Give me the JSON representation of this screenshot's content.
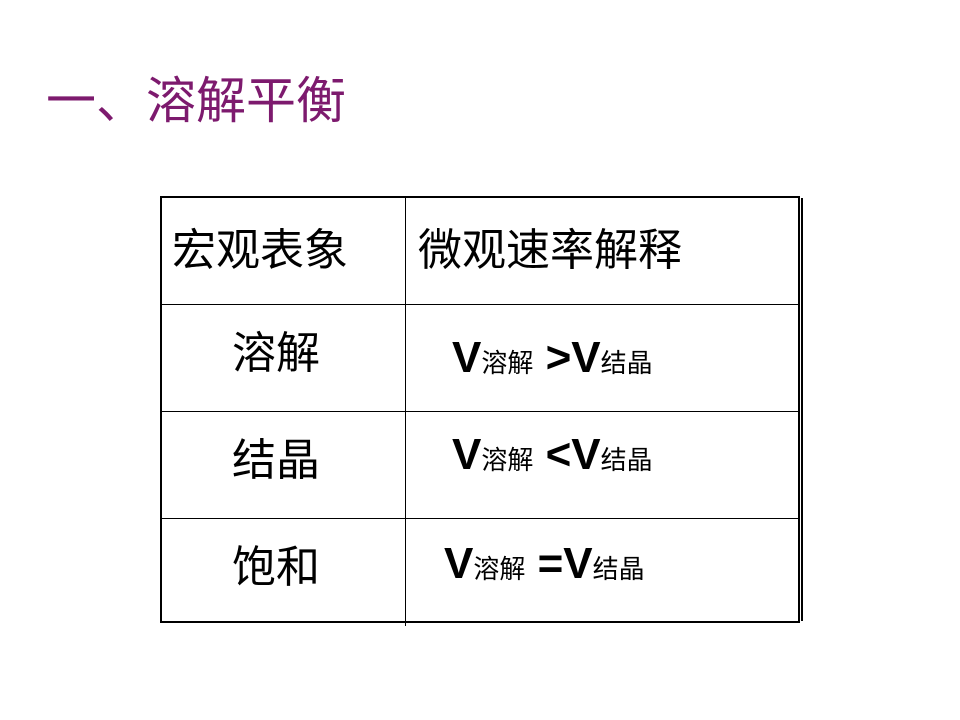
{
  "slide": {
    "title": "一、溶解平衡"
  },
  "table": {
    "header": {
      "col1": "宏观表象",
      "col2": "微观速率解释"
    },
    "rows": [
      {
        "label": "溶解",
        "v1": "V",
        "sub1": "溶解",
        "op": " >V",
        "sub2": "结晶"
      },
      {
        "label": "结晶",
        "v1": "V",
        "sub1": "溶解",
        "op": " <V",
        "sub2": "结晶"
      },
      {
        "label": "饱和",
        "v1": "V",
        "sub1": "溶解",
        "op": " =V",
        "sub2": "结晶"
      }
    ]
  },
  "colors": {
    "title": "#7d1a6e",
    "text": "#000000",
    "background": "#ffffff"
  }
}
